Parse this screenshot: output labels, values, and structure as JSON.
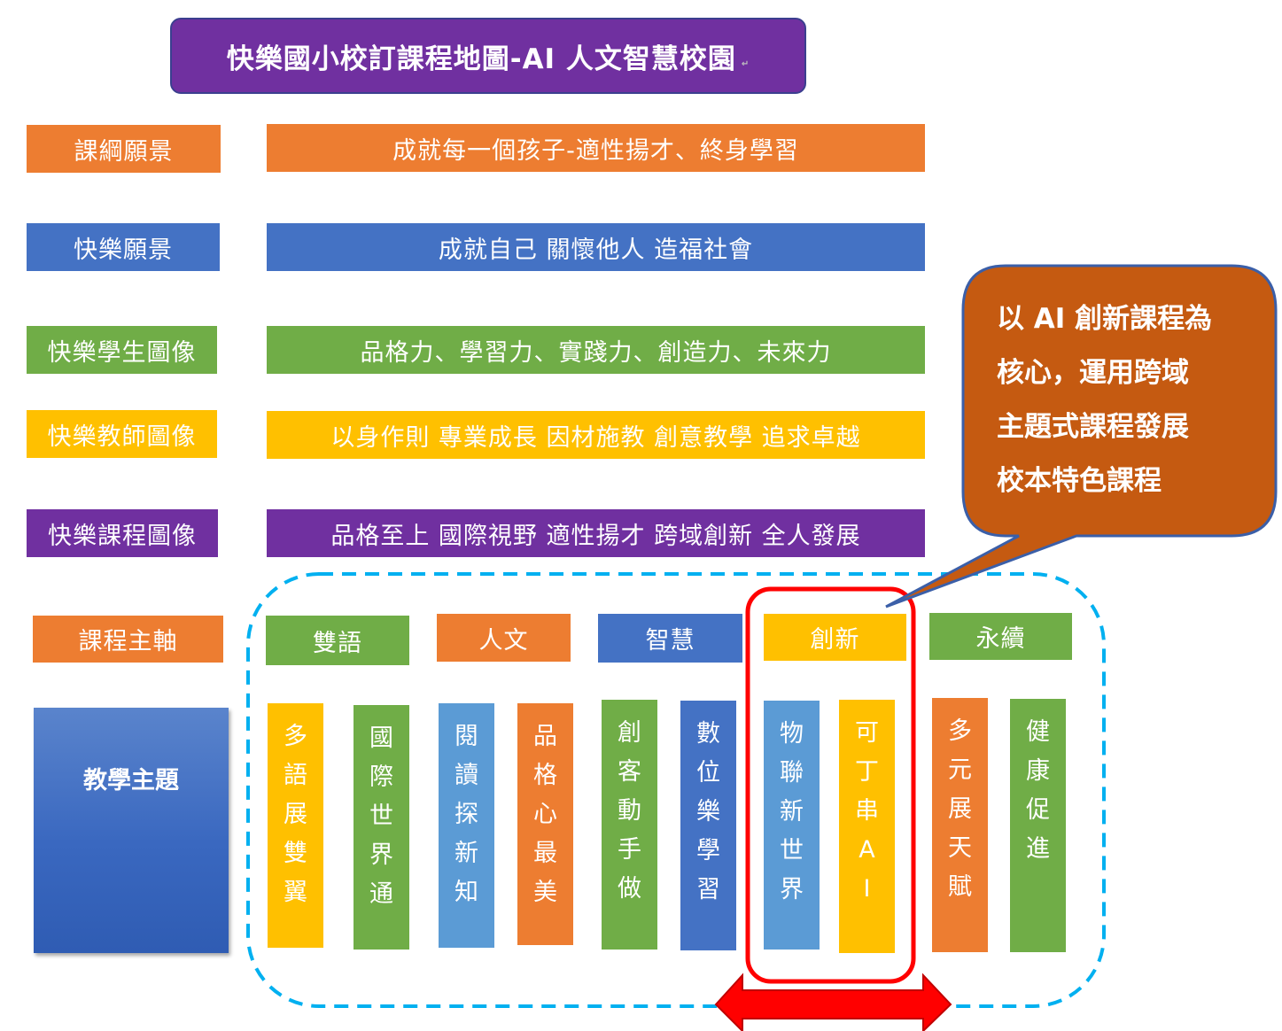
{
  "title": "快樂國小校訂課程地圖-AI 人文智慧校園",
  "rows": [
    {
      "label": "課綱願景",
      "content": "成就每一個孩子-適性揚才、終身學習",
      "color": "#ed7d31"
    },
    {
      "label": "快樂願景",
      "content": "成就自己  關懷他人  造福社會",
      "color": "#4472c4"
    },
    {
      "label": "快樂學生圖像",
      "content": "品格力、學習力、實踐力、創造力、未來力",
      "color": "#70ad47"
    },
    {
      "label": "快樂教師圖像",
      "content": "以身作則  專業成長  因材施教  創意教學  追求卓越",
      "color": "#ffc000"
    },
    {
      "label": "快樂課程圖像",
      "content": "品格至上  國際視野  適性揚才  跨域創新  全人發展",
      "color": "#7030a0"
    }
  ],
  "axis_label": "課程主軸",
  "axes": [
    {
      "name": "雙語",
      "color": "#70ad47"
    },
    {
      "name": "人文",
      "color": "#ed7d31"
    },
    {
      "name": "智慧",
      "color": "#4472c4"
    },
    {
      "name": "創新",
      "color": "#ffc000"
    },
    {
      "name": "永續",
      "color": "#70ad47"
    }
  ],
  "theme_label": "教學主題",
  "themes": [
    {
      "chars": [
        "多",
        "語",
        "展",
        "雙",
        "翼"
      ],
      "color": "#ffc000"
    },
    {
      "chars": [
        "國",
        "際",
        "世",
        "界",
        "通"
      ],
      "color": "#70ad47"
    },
    {
      "chars": [
        "閱",
        "讀",
        "探",
        "新",
        "知"
      ],
      "color": "#5b9bd5"
    },
    {
      "chars": [
        "品",
        "格",
        "心",
        "最",
        "美"
      ],
      "color": "#ed7d31"
    },
    {
      "chars": [
        "創",
        "客",
        "動",
        "手",
        "做"
      ],
      "color": "#70ad47"
    },
    {
      "chars": [
        "數",
        "位",
        "樂",
        "學",
        "習"
      ],
      "color": "#4472c4"
    },
    {
      "chars": [
        "物",
        "聯",
        "新",
        "世",
        "界"
      ],
      "color": "#5b9bd5"
    },
    {
      "chars": [
        "可",
        "丁",
        "串",
        "A",
        "I"
      ],
      "color": "#ffc000"
    },
    {
      "chars": [
        "多",
        "元",
        "展",
        "天",
        "賦"
      ],
      "color": "#ed7d31"
    },
    {
      "chars": [
        "健",
        "康",
        "促",
        "進"
      ],
      "color": "#70ad47"
    }
  ],
  "callout": {
    "lines": [
      "以 AI 創新課程為",
      "核心，運用跨域",
      "主題式課程發展",
      "校本特色課程"
    ],
    "color": "#c55a11"
  },
  "highlight_color": "#ff0000",
  "dashed_border_color": "#00b0f0"
}
